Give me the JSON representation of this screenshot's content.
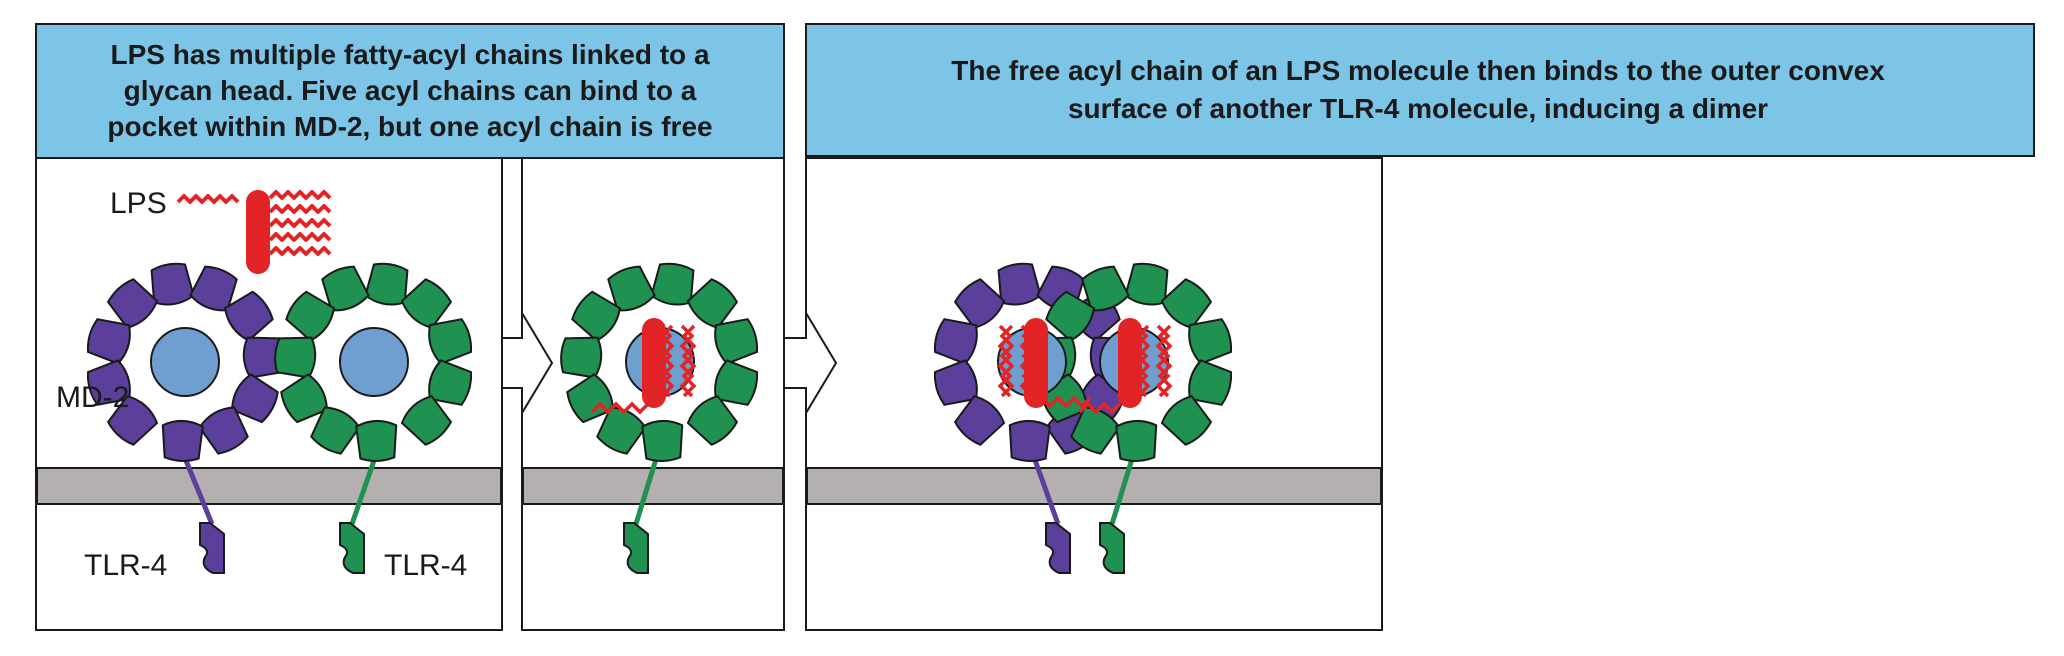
{
  "header_left": {
    "lines": [
      "LPS has multiple fatty-acyl chains linked to a",
      "glycan head. Five acyl chains can bind to a",
      "pocket within MD-2, but one acyl chain is free"
    ]
  },
  "header_right": {
    "lines": [
      "The free acyl chain of an LPS molecule then binds to the outer convex",
      "surface of another TLR-4 molecule, inducing a dimer"
    ]
  },
  "labels": {
    "lps": "LPS",
    "md2": "MD-2",
    "tlr4_left": "TLR-4",
    "tlr4_right": "TLR-4"
  },
  "colors": {
    "header_fill": "#7cc5e6",
    "purple": "#5b3f9b",
    "green": "#1f9150",
    "md2_blue": "#6e9fd0",
    "lps_red": "#e32427",
    "membrane": "#b5b0b0",
    "outline": "#1a1a1a"
  }
}
